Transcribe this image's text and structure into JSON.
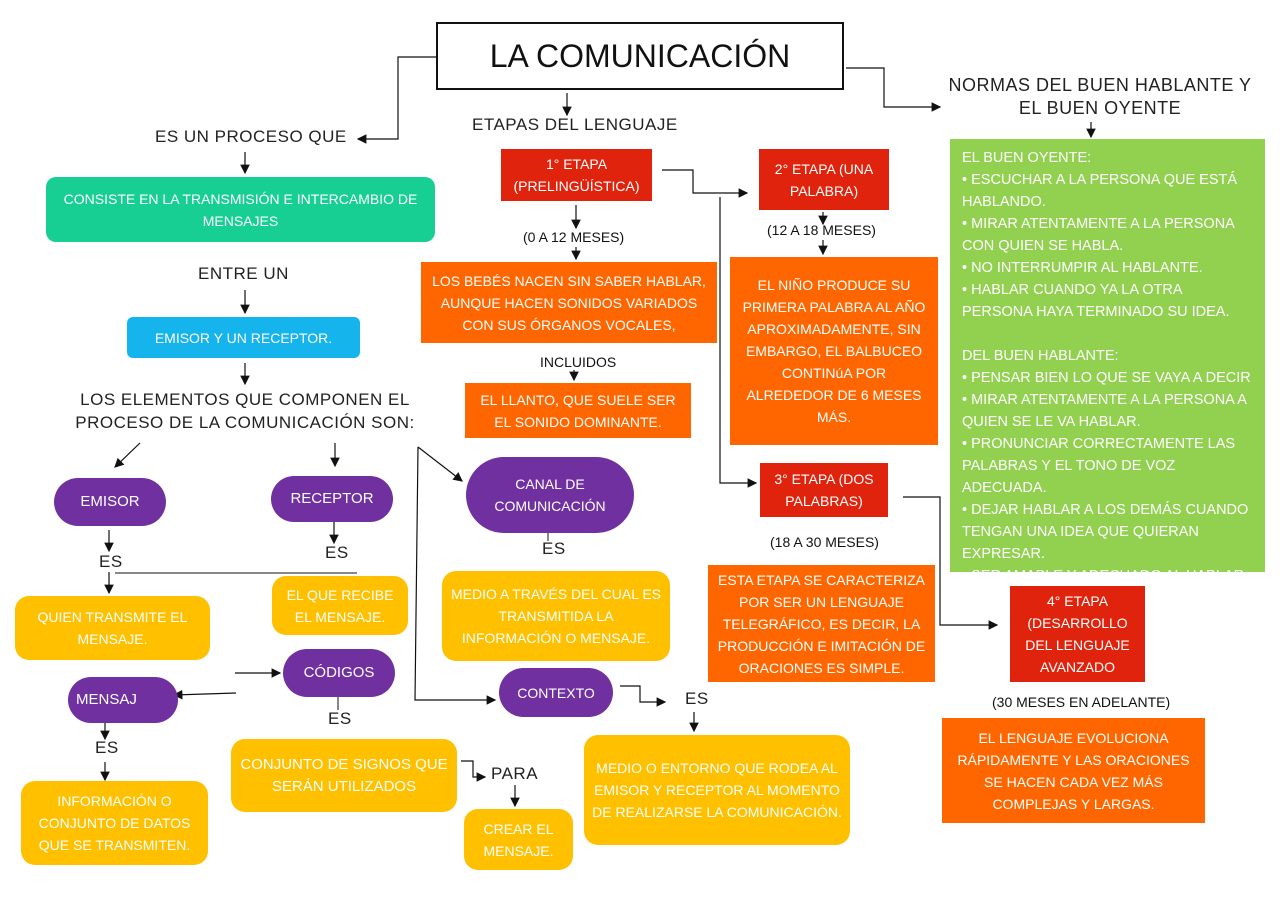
{
  "title": "LA COMUNICACIÓN",
  "left": {
    "es_un_proceso": "ES UN PROCESO QUE",
    "consiste": "CONSISTE EN LA TRANSMISIÓN E INTERCAMBIO DE MENSAJES",
    "entre_un": "ENTRE UN",
    "emisor_receptor": "EMISOR Y UN RECEPTOR.",
    "elementos": "LOS ELEMENTOS QUE COMPONEN EL PROCESO DE LA COMUNICACIÓN SON:",
    "emisor": "EMISOR",
    "receptor": "RECEPTOR",
    "canal": "CANAL DE COMUNICACIÓN",
    "codigos": "CÓDIGOS",
    "mensaje": "MENSAJ",
    "contexto": "CONTEXTO",
    "es": "ES",
    "para": "PARA",
    "emisor_def": "QUIEN TRANSMITE EL MENSAJE.",
    "receptor_def": "EL QUE RECIBE EL MENSAJE.",
    "canal_def": "MEDIO A TRAVÉS DEL CUAL ES TRANSMITIDA LA INFORMACIÓN O MENSAJE.",
    "codigos_def": "CONJUNTO DE SIGNOS QUE SERÁN UTILIZADOS",
    "mensaje_def": "INFORMACIÓN O CONJUNTO DE DATOS QUE SE TRANSMITEN.",
    "crear": "CREAR EL MENSAJE.",
    "contexto_def": "MEDIO O ENTORNO QUE RODEA AL EMISOR Y RECEPTOR AL MOMENTO DE REALIZARSE LA COMUNICACIÓN."
  },
  "etapas": {
    "heading": "ETAPAS DEL LENGUAJE",
    "e1": "1° ETAPA (PRELINGÜÍSTICA)",
    "e1_age": "(0 A 12 MESES)",
    "e1_desc": "LOS BEBÉS NACEN SIN SABER HABLAR, AUNQUE HACEN SONIDOS VARIADOS CON SUS ÓRGANOS VOCALES,",
    "incluidos": "INCLUIDOS",
    "llanto": "EL LLANTO, QUE SUELE SER EL SONIDO DOMINANTE.",
    "e2": "2° ETAPA (UNA PALABRA)",
    "e2_age": "(12 A 18 MESES)",
    "e2_desc": "EL NIÑO PRODUCE SU PRIMERA PALABRA AL AÑO APROXIMADAMENTE, SIN EMBARGO, EL BALBUCEO CONTINúA POR ALREDEDOR DE 6 MESES MÁS.",
    "e3": "3° ETAPA (DOS PALABRAS)",
    "e3_age": "(18 A 30 MESES)",
    "e3_desc": "ESTA ETAPA SE CARACTERIZA POR SER UN LENGUAJE TELEGRÁFICO, ES DECIR, LA PRODUCCIÓN E IMITACIÓN DE ORACIONES ES SIMPLE.",
    "e4": "4° ETAPA (DESARROLLO DEL LENGUAJE AVANZADO",
    "e4_age": "(30 MESES EN ADELANTE)",
    "e4_desc": "EL LENGUAJE EVOLUCIONA RÁPIDAMENTE Y LAS ORACIONES SE HACEN CADA VEZ MÁS COMPLEJAS Y LARGAS."
  },
  "normas": {
    "heading": "NORMAS DEL BUEN HABLANTE Y EL BUEN OYENTE",
    "lines": [
      "EL BUEN OYENTE:",
      "• ESCUCHAR A LA PERSONA QUE ESTÁ HABLANDO.",
      "• MIRAR ATENTAMENTE A LA PERSONA CON QUIEN SE HABLA.",
      "• NO INTERRUMPIR AL HABLANTE.",
      "• HABLAR CUANDO YA LA OTRA PERSONA HAYA TERMINADO SU IDEA.",
      "",
      "DEL BUEN HABLANTE:",
      "• PENSAR BIEN LO QUE SE VAYA A DECIR",
      "• MIRAR ATENTAMENTE A LA PERSONA A QUIEN SE LE VA HABLAR.",
      "• PRONUNCIAR CORRECTAMENTE LAS PALABRAS Y EL TONO DE VOZ ADECUADA.",
      "• DEJAR HABLAR A LOS DEMÁS CUANDO TENGAN UNA IDEA QUE QUIERAN EXPRESAR.",
      "• SER AMABLE Y ADECUADO AL HABLAR."
    ]
  },
  "colors": {
    "green": "#17cf93",
    "cyan": "#16b4ec",
    "purple": "#7030a0",
    "yellow": "#ffc000",
    "red": "#e0230c",
    "orange": "#ff6600",
    "lime": "#92d050"
  }
}
